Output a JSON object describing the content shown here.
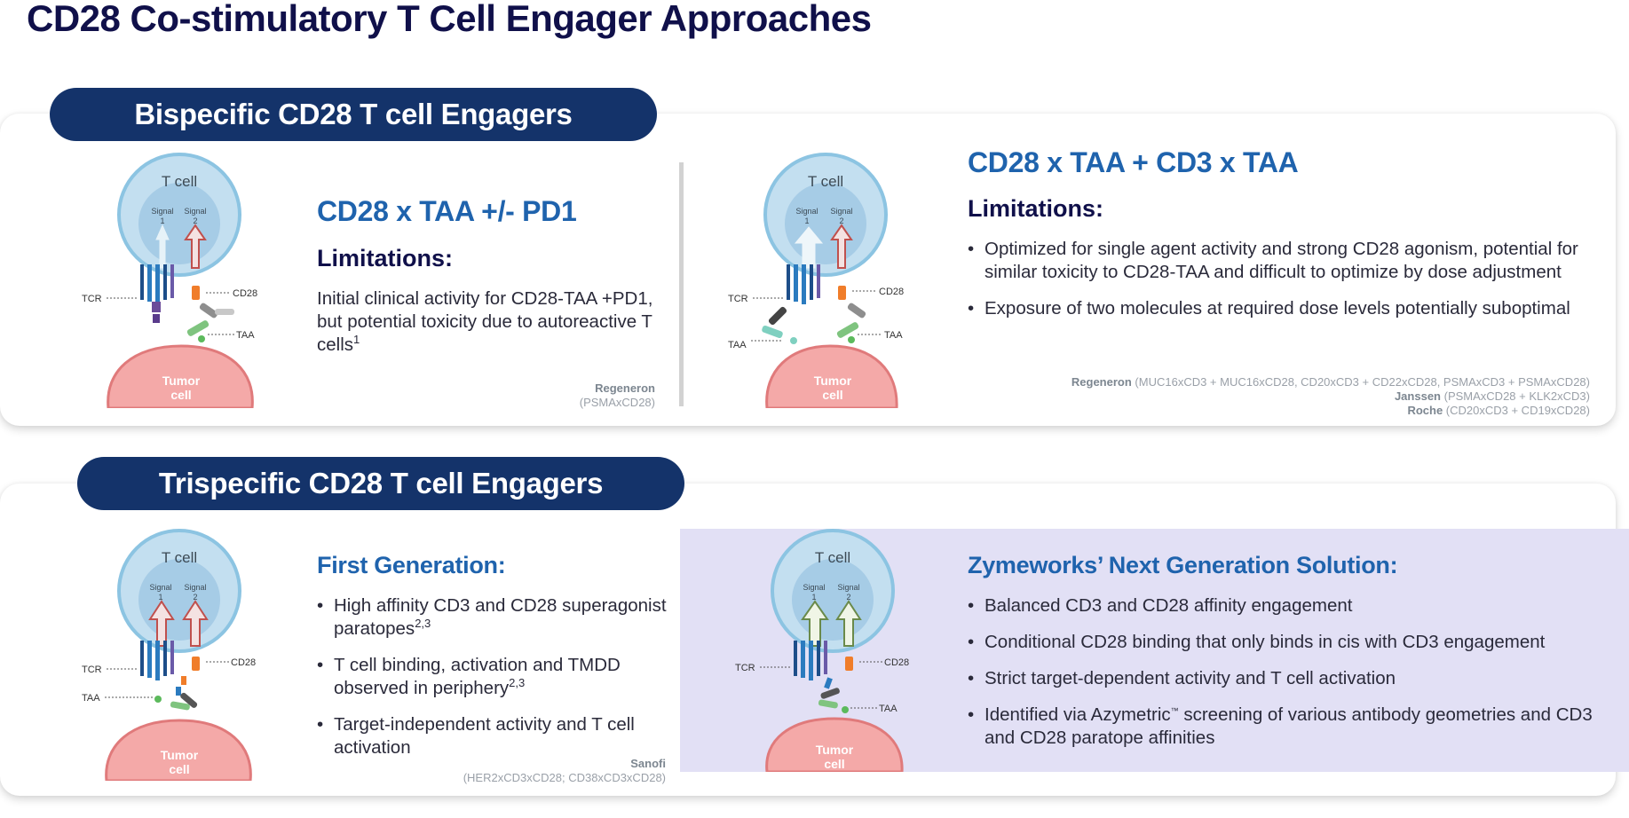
{
  "page_title": "CD28 Co-stimulatory T Cell Engager Approaches",
  "colors": {
    "pill_bg": "#14336a",
    "heading_blue": "#1f63ad",
    "highlight_bg": "#e2e0f5",
    "dark_navy": "#10104a"
  },
  "bispecific": {
    "banner": "Bispecific CD28 T cell Engagers",
    "left": {
      "diagram": {
        "tcell": "T cell",
        "signal1": "Signal",
        "signal1_num": "1",
        "signal2": "Signal",
        "signal2_num": "2",
        "tcr": "TCR",
        "cd28": "CD28",
        "taa": "TAA",
        "tumor1": "Tumor",
        "tumor2": "cell"
      },
      "heading": "CD28 x TAA +/- PD1",
      "limitations_label": "Limitations:",
      "text": "Initial clinical activity for CD28-TAA +PD1, but potential toxicity due to autoreactive T cells",
      "text_sup": "1",
      "ref_company": "Regeneron",
      "ref_detail": "(PSMAxCD28)"
    },
    "right": {
      "diagram": {
        "tcell": "T cell",
        "signal1": "Signal",
        "signal1_num": "1",
        "signal2": "Signal",
        "signal2_num": "2",
        "tcr": "TCR",
        "cd28": "CD28",
        "taa_left": "TAA",
        "taa_right": "TAA",
        "tumor1": "Tumor",
        "tumor2": "cell"
      },
      "heading": "CD28 x TAA + CD3 x TAA",
      "limitations_label": "Limitations:",
      "bullets": [
        "Optimized for single agent activity and strong CD28 agonism, potential for similar toxicity to CD28-TAA and difficult to optimize by dose adjustment",
        "Exposure of two molecules at required dose levels potentially suboptimal"
      ],
      "refs": [
        {
          "company": "Regeneron",
          "detail": "(MUC16xCD3 + MUC16xCD28, CD20xCD3 + CD22xCD28, PSMAxCD3 + PSMAxCD28)"
        },
        {
          "company": "Janssen",
          "detail": "(PSMAxCD28 + KLK2xCD3)"
        },
        {
          "company": "Roche",
          "detail": "(CD20xCD3 + CD19xCD28)"
        }
      ]
    }
  },
  "trispecific": {
    "banner": "Trispecific CD28 T cell Engagers",
    "left": {
      "diagram": {
        "tcell": "T cell",
        "signal1": "Signal",
        "signal1_num": "1",
        "signal2": "Signal",
        "signal2_num": "2",
        "tcr": "TCR",
        "cd28": "CD28",
        "taa": "TAA",
        "tumor1": "Tumor",
        "tumor2": "cell"
      },
      "heading": "First Generation:",
      "bullets": [
        {
          "text": "High affinity CD3 and CD28 superagonist paratopes",
          "sup": "2,3"
        },
        {
          "text": "T cell binding, activation and TMDD observed in periphery",
          "sup": "2,3"
        },
        {
          "text": "Target-independent activity and T cell activation",
          "sup": ""
        }
      ],
      "ref_company": "Sanofi",
      "ref_detail": "(HER2xCD3xCD28; CD38xCD3xCD28)"
    },
    "right": {
      "diagram": {
        "tcell": "T cell",
        "signal1": "Signal",
        "signal1_num": "1",
        "signal2": "Signal",
        "signal2_num": "2",
        "tcr": "TCR",
        "cd28": "CD28",
        "taa": "TAA",
        "tumor1": "Tumor",
        "tumor2": "cell"
      },
      "heading": "Zymeworks’ Next Generation Solution:",
      "bullets": [
        "Balanced CD3 and CD28 affinity engagement",
        "Conditional CD28 binding that only binds in cis with CD3 engagement",
        "Strict target-dependent activity and T cell activation"
      ],
      "last_bullet_pre": "Identified via Azymetric",
      "last_bullet_tm": "™",
      "last_bullet_post": " screening of various antibody geometries and CD3 and CD28 paratope affinities"
    }
  }
}
